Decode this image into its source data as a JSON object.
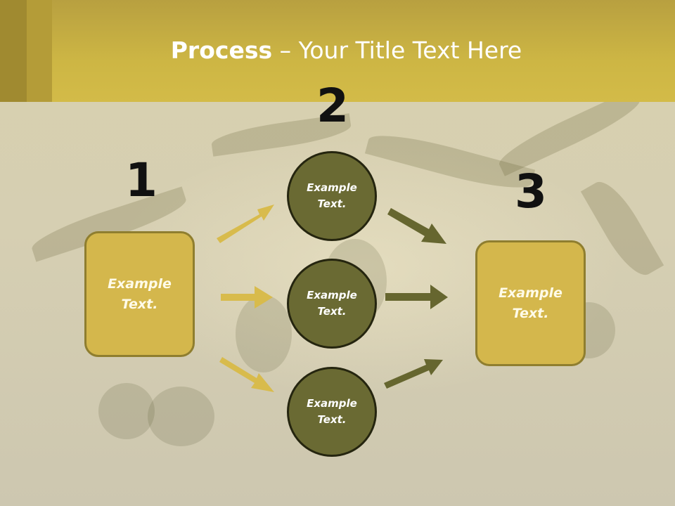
{
  "title": {
    "bold": "Process",
    "rest": " – Your Title Text Here"
  },
  "steps": {
    "one": {
      "number": "1",
      "text": "Example\nText."
    },
    "two": {
      "number": "2"
    },
    "three": {
      "number": "3",
      "text": "Example\nText."
    }
  },
  "circles": [
    {
      "text": "Example\nText."
    },
    {
      "text": "Example\nText."
    },
    {
      "text": "Example\nText."
    }
  ],
  "colors": {
    "title_bar": "#cdb644",
    "box_fill": "#d4b74c",
    "circle_fill": "#6a6a33",
    "arrow_gold": "#d8bb4c",
    "arrow_dark": "#66662f"
  }
}
